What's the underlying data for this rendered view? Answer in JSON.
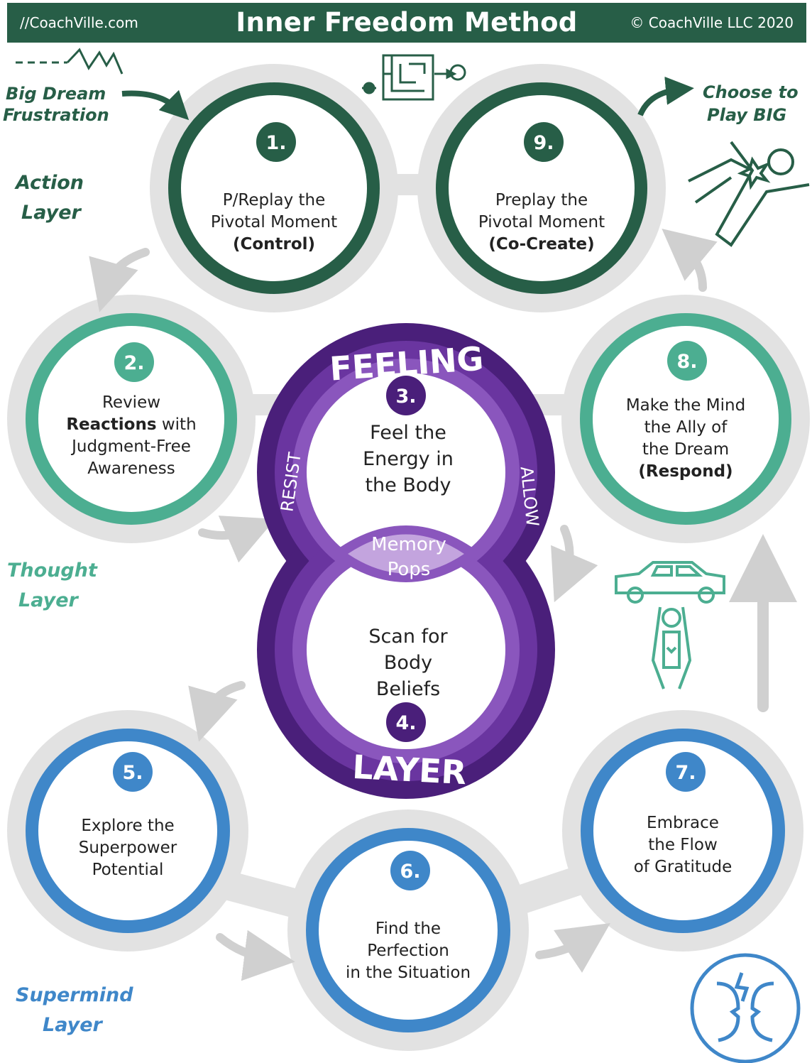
{
  "header": {
    "site": "//CoachVille.com",
    "title": "Inner Freedom Method",
    "copyright": "© CoachVille LLC 2020"
  },
  "colors": {
    "action": "#275e47",
    "thought": "#4cae91",
    "feeling_dark": "#4a1f7a",
    "feeling_mid": "#6a35a0",
    "feeling_light": "#8a56bd",
    "supermind": "#3f87c9",
    "ring_gray": "#e2e2e2"
  },
  "annotations": {
    "big_dream_1": "Big Dream",
    "big_dream_2": "Frustration",
    "choose_1": "Choose to",
    "choose_2": "Play BIG"
  },
  "layers": {
    "action_1": "Action",
    "action_2": "Layer",
    "thought_1": "Thought",
    "thought_2": "Layer",
    "supermind_1": "Supermind",
    "supermind_2": "Layer",
    "feeling_top": "FEELING",
    "feeling_bottom": "LAYER",
    "resist": "RESIST",
    "allow": "ALLOW"
  },
  "steps": {
    "s1": {
      "num": "1.",
      "line1": "P/Replay the",
      "line2": "Pivotal Moment",
      "line3": "(Control)"
    },
    "s2": {
      "num": "2.",
      "line1": "Review",
      "line2a": "Reactions",
      "line2b": " with",
      "line3": "Judgment-Free",
      "line4": "Awareness"
    },
    "s3": {
      "num": "3.",
      "line1": "Feel the",
      "line2": "Energy in",
      "line3": "the Body"
    },
    "s4": {
      "num": "4.",
      "line1": "Scan for",
      "line2": "Body",
      "line3": "Beliefs"
    },
    "s5": {
      "num": "5.",
      "line1": "Explore the",
      "line2": "Superpower",
      "line3": "Potential"
    },
    "s6": {
      "num": "6.",
      "line1": "Find the",
      "line2": "Perfection",
      "line3": "in the Situation"
    },
    "s7": {
      "num": "7.",
      "line1": "Embrace",
      "line2": "the Flow",
      "line3": "of Gratitude"
    },
    "s8": {
      "num": "8.",
      "line1": "Make the Mind",
      "line2": "the Ally of",
      "line3": "the Dream",
      "line4": "(Respond)"
    },
    "s9": {
      "num": "9.",
      "line1": "Preplay the",
      "line2": "Pivotal Moment",
      "line3": "(Co-Create)"
    }
  },
  "memory": {
    "line1": "Memory",
    "line2": "Pops"
  }
}
